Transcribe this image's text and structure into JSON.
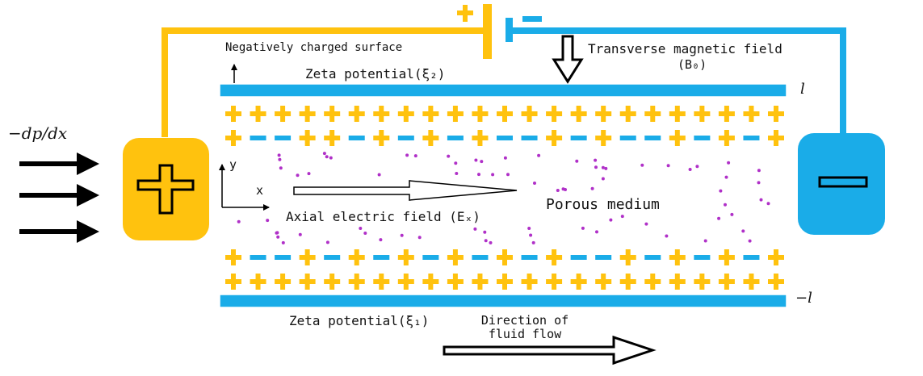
{
  "labels": {
    "pressure_gradient": "−dp/dx",
    "negative_surface": "Negatively charged surface",
    "zeta_top": "Zeta potential(ξ₂)",
    "zeta_bottom": "Zeta potential(ξ₁)",
    "magnetic_field_line1": "Transverse magnetic field",
    "magnetic_field_line2": "(B₀)",
    "upper_wall": "l",
    "lower_wall": "−l",
    "axis_y": "y",
    "axis_x": "x",
    "electric_field": "Axial electric field (Eₓ)",
    "porous_medium": "Porous medium",
    "flow_line1": "Direction of",
    "flow_line2": "fluid flow"
  },
  "colors": {
    "positive": "#FFC20E",
    "negative": "#1AACE8",
    "particle": "#B030C8",
    "ink": "#000000"
  },
  "icons": {
    "positive_electrode": "plus-icon",
    "negative_electrode": "minus-icon"
  },
  "charges": {
    "top_row": "+++++++++++++++++++++++",
    "top_mixed": "+--++-+-+-+--+-+--+-+-+",
    "bottom_mixed": "+--+-+-+-+-+-+--+-+-+-+",
    "bottom_row": "+++++++++++++++++++++++"
  }
}
